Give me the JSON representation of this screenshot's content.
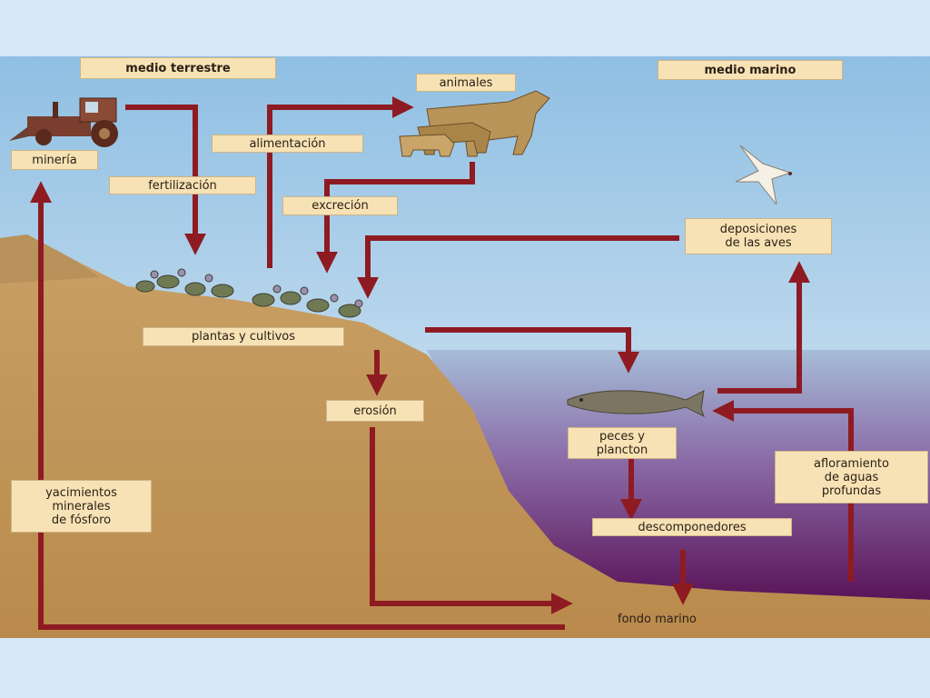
{
  "labels": {
    "medio_terrestre": "medio terrestre",
    "medio_marino": "medio marino",
    "animales": "animales",
    "alimentacion": "alimentación",
    "mineria": "minería",
    "fertilizacion": "fertilización",
    "excrecion": "excreción",
    "deposiciones": "deposiciones\nde las aves",
    "plantas": "plantas y cultivos",
    "erosion": "erosión",
    "peces": "peces y\nplancton",
    "afloramiento": "afloramiento\nde aguas\nprofundas",
    "yacimientos": "yacimientos\nminerales\nde fósforo",
    "descomponedores": "descomponedores",
    "fondo_marino": "fondo marino"
  },
  "icons": [
    "tractor-icon",
    "animals-icon",
    "bird-icon",
    "fish-icon",
    "plants-icon"
  ],
  "colors": {
    "arrow": "#8e1b22",
    "sky": "#a9cde8",
    "land": "#c69a58",
    "sea_top": "#8aa9cc",
    "sea_bottom": "#6a1f66",
    "label_bg": "#f7e2b5"
  }
}
